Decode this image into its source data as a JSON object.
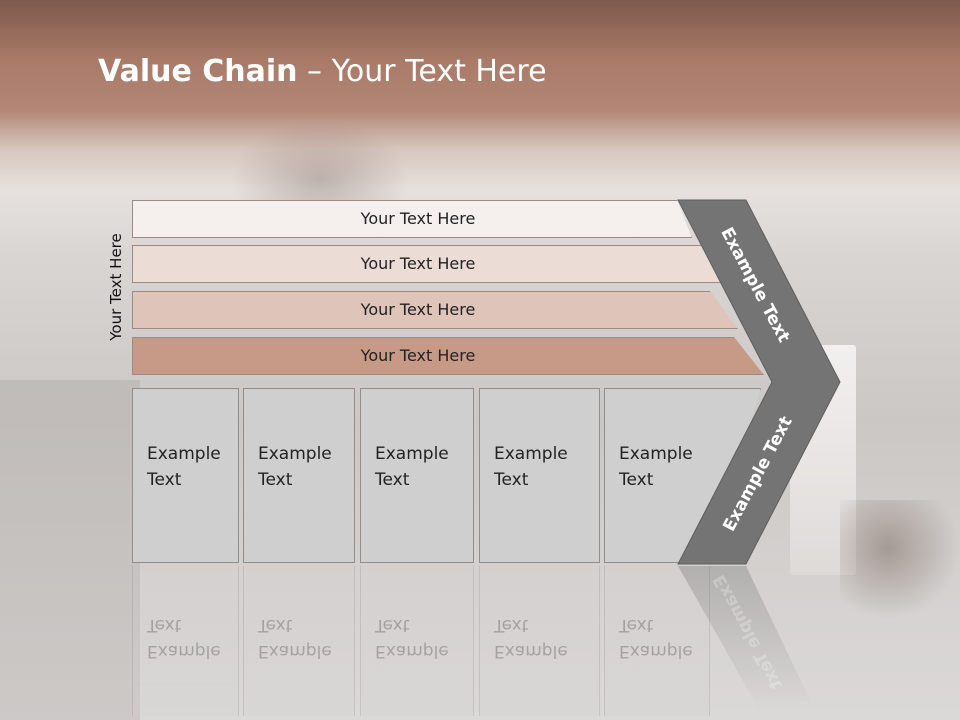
{
  "title": {
    "bold": "Value Chain",
    "rest": " – Your Text Here"
  },
  "side_label": "Your Text Here",
  "rows": [
    {
      "label": "Your Text Here"
    },
    {
      "label": "Your Text Here"
    },
    {
      "label": "Your Text Here"
    },
    {
      "label": "Your Text Here"
    }
  ],
  "boxes": [
    {
      "line1": "Example",
      "line2": "Text"
    },
    {
      "line1": "Example",
      "line2": "Text"
    },
    {
      "line1": "Example",
      "line2": "Text"
    },
    {
      "line1": "Example",
      "line2": "Text"
    },
    {
      "line1": "Example",
      "line2": "Text"
    }
  ],
  "chevron": {
    "upper_label": "Example Text",
    "lower_label": "Example Text"
  },
  "colors": {
    "header": "#a97a68",
    "chevron": "#747474",
    "row1": "#f5efed",
    "row2": "#ecdcd6",
    "row3": "#dfc4b9",
    "row4": "#c79a88",
    "box": "#d0cfcf"
  }
}
